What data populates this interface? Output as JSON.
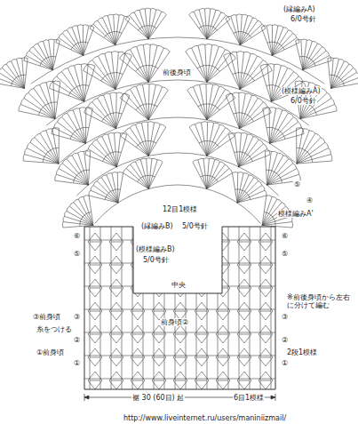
{
  "diagram": {
    "labels": [
      "(縁編みA)",
      "6/0号針",
      "前後身頃",
      "(模様編みA)",
      "6/0号針",
      "12目1模様",
      "⑤",
      "④",
      "模様編みA'",
      "(縁編みB)",
      "5/0号針",
      "(模様編みB)",
      "5/0号針",
      "中央",
      "⑥",
      "⑤",
      "⑥",
      "⑤",
      "③前身頃",
      "糸をつける",
      "①前身頃",
      "前身頃②",
      "③",
      "②",
      "①",
      "③",
      "②",
      "①",
      "※前後身頃から左右に分けて編む",
      "2段1模様",
      "裾 30 (60目) 起",
      "6目1模様",
      "http://www.liveinternet.ru/users/maniniizmail/"
    ]
  }
}
